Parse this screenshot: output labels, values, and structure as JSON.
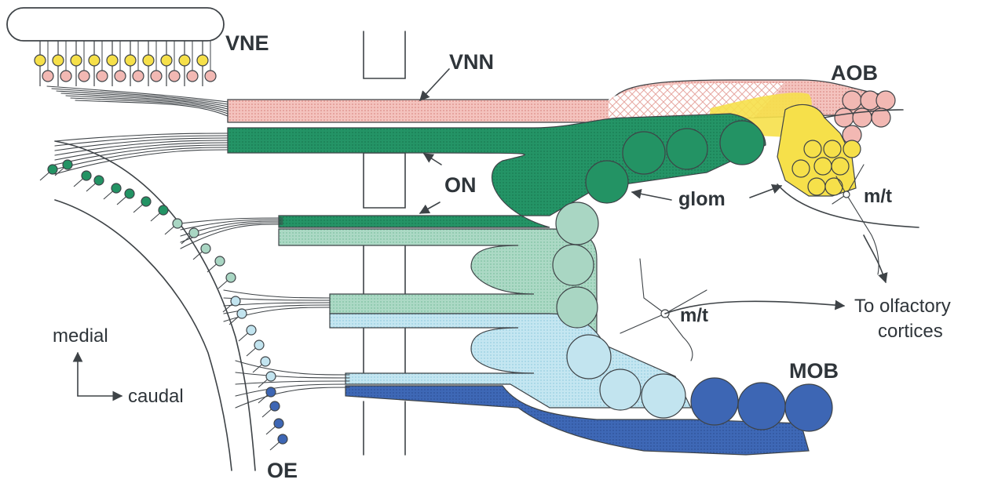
{
  "labels": {
    "vne": "VNE",
    "vnn": "VNN",
    "aob": "AOB",
    "on": "ON",
    "glom": "glom",
    "mt_accessory": "m/t",
    "mt_main": "m/t",
    "to_olfactory_line1": "To olfactory",
    "to_olfactory_line2": "cortices",
    "mob": "MOB",
    "oe": "OE",
    "medial": "medial",
    "caudal": "caudal"
  },
  "colors": {
    "vomeronasal_pink": "#f2b8b3",
    "vomeronasal_yellow": "#f6e04a",
    "dark_green": "#239364",
    "mid_green": "#a9d6c3",
    "light_cyan": "#c2e4ef",
    "dark_blue": "#3d66b4",
    "line": "#3e4347"
  },
  "icons": {
    "axis_arrow": "axis-arrow-icon"
  }
}
